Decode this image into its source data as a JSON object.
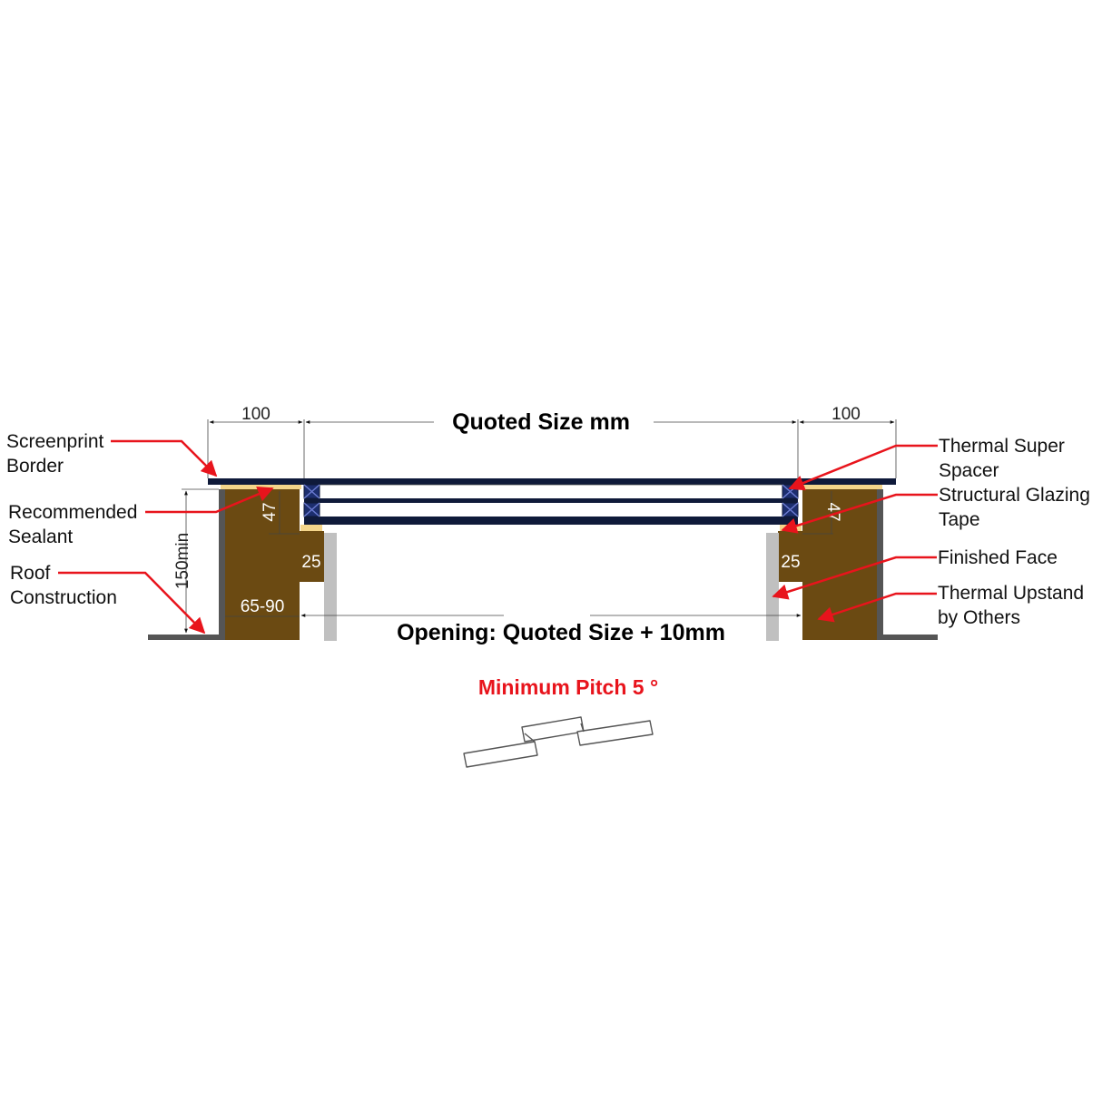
{
  "labels": {
    "screenprint_border": [
      "Screenprint",
      "Border"
    ],
    "recommended_sealant": [
      "Recommended",
      "Sealant"
    ],
    "roof_construction": [
      "Roof",
      "Construction"
    ],
    "thermal_super_spacer": [
      "Thermal Super",
      "Spacer"
    ],
    "structural_glazing_tape": [
      "Structural Glazing",
      "Tape"
    ],
    "finished_face": [
      "Finished Face"
    ],
    "thermal_upstand": [
      "Thermal Upstand",
      "by Others"
    ]
  },
  "dimensions": {
    "left_border": "100",
    "right_border": "100",
    "quoted_size": "Quoted Size mm",
    "upstand_height": "150min",
    "left_depth": "47",
    "right_depth": "47",
    "left_step": "25",
    "right_step": "25",
    "upstand_width": "65-90",
    "opening": "Opening: Quoted Size + 10mm"
  },
  "pitch_note": "Minimum Pitch 5 °",
  "colors": {
    "timber": "#6b4a12",
    "glass": "#0f1a3a",
    "spacer": "#1c2e6e",
    "finish": "#c0c0c0",
    "roof": "#555555",
    "tape": "#f4d58a",
    "leader": "#e8141c"
  }
}
